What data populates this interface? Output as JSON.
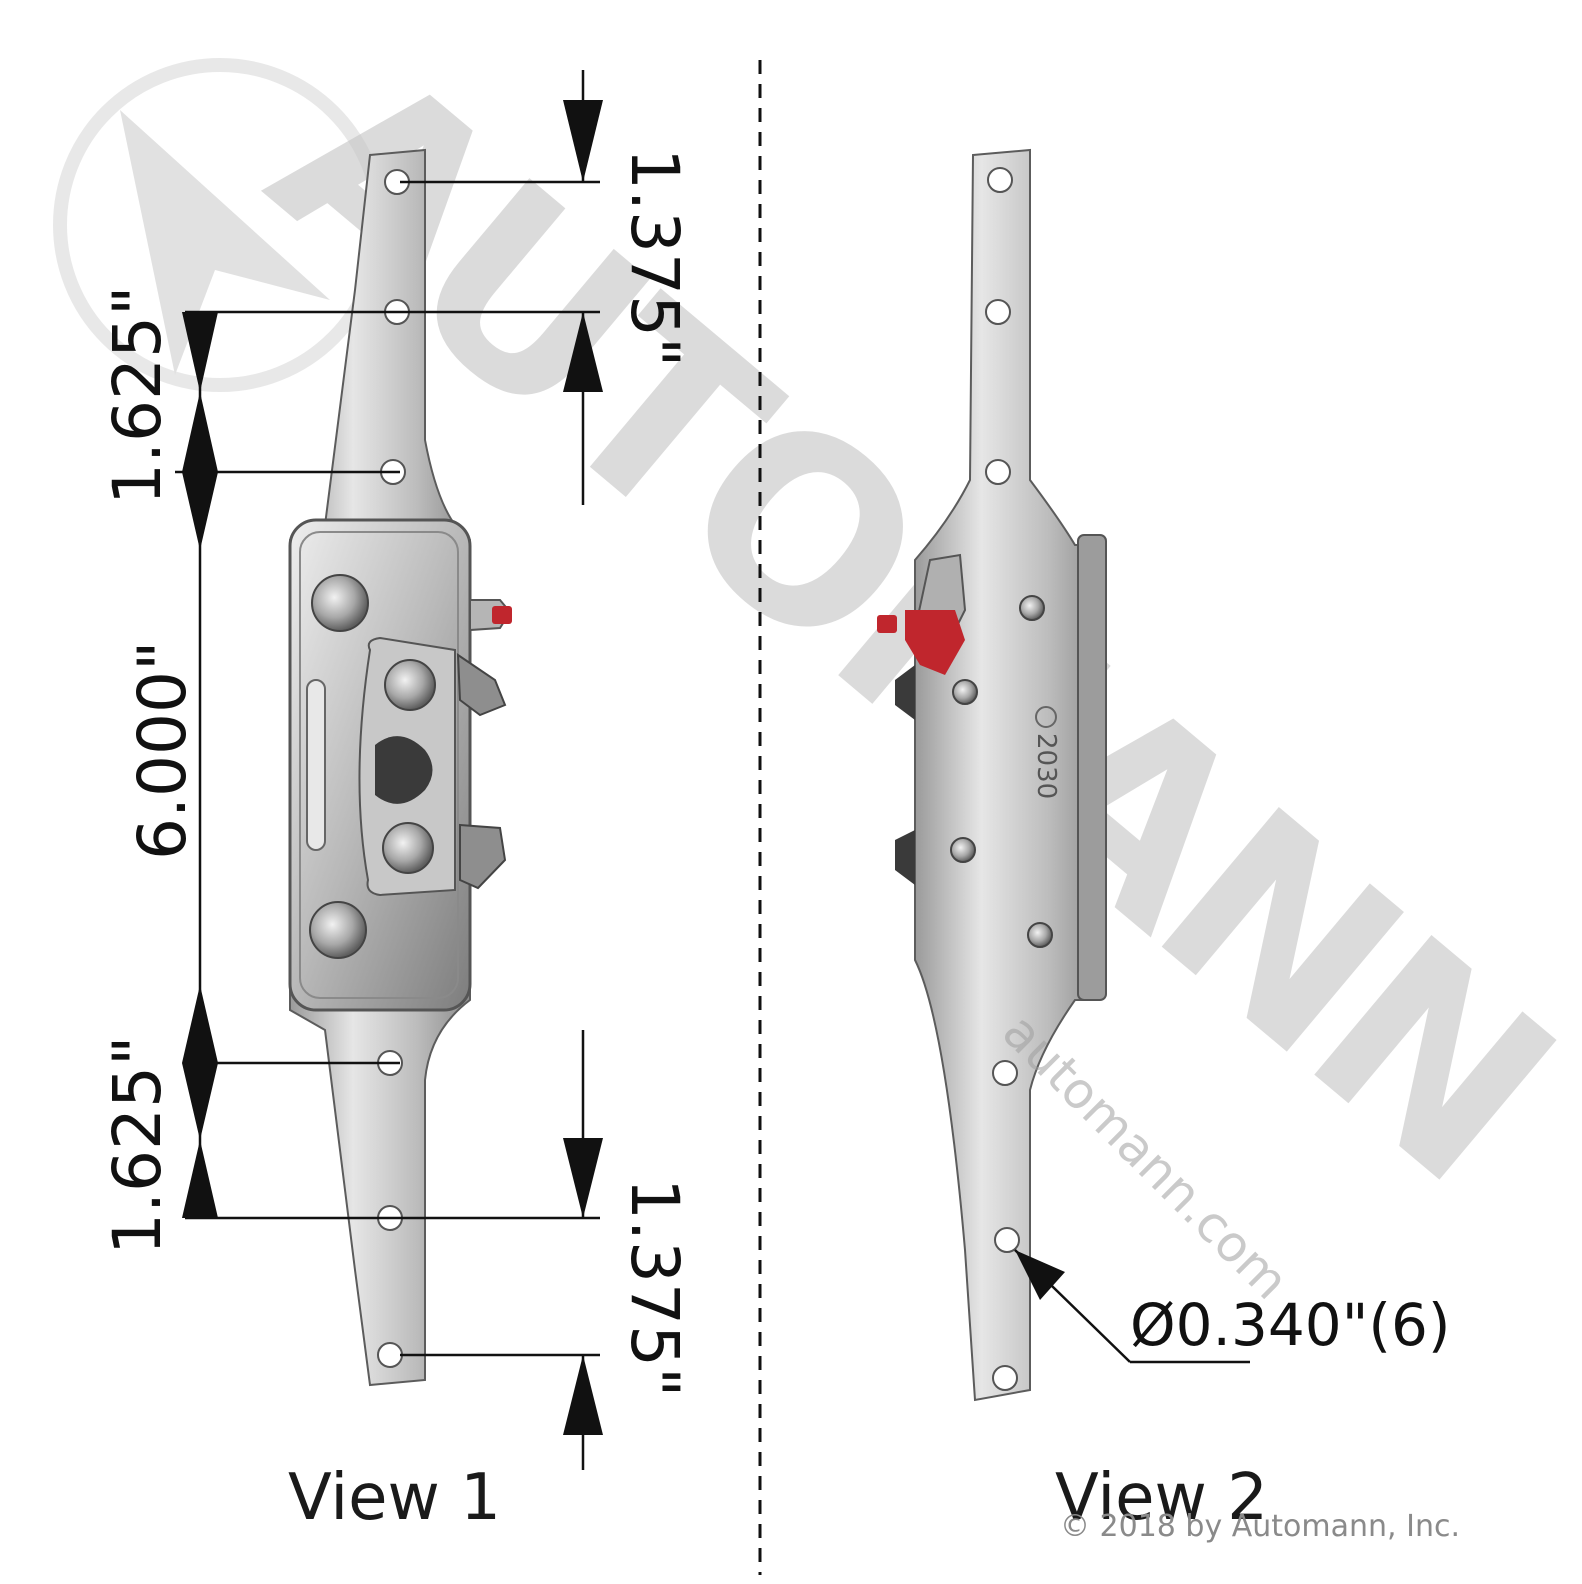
{
  "views": {
    "view1_label": "View 1",
    "view2_label": "View 2"
  },
  "dimensions": {
    "top_spacing": "1.375\"",
    "upper_side": "1.625\"",
    "center": "6.000\"",
    "lower_side": "1.625\"",
    "bottom_spacing": "1.375\"",
    "hole_callout": "Ø0.340\"(6)"
  },
  "part_marking": "2030",
  "watermark": {
    "brand": "AUTOMANN",
    "url": "automann.com",
    "copyright": "© 2018 by Automann, Inc."
  },
  "colors": {
    "line": "#111111",
    "steel_light": "#d4d4d4",
    "steel_mid": "#a9a9a9",
    "steel_dark": "#6f6f6f",
    "release_red": "#c0262d",
    "watermark_gray": "#c9c9c9"
  }
}
